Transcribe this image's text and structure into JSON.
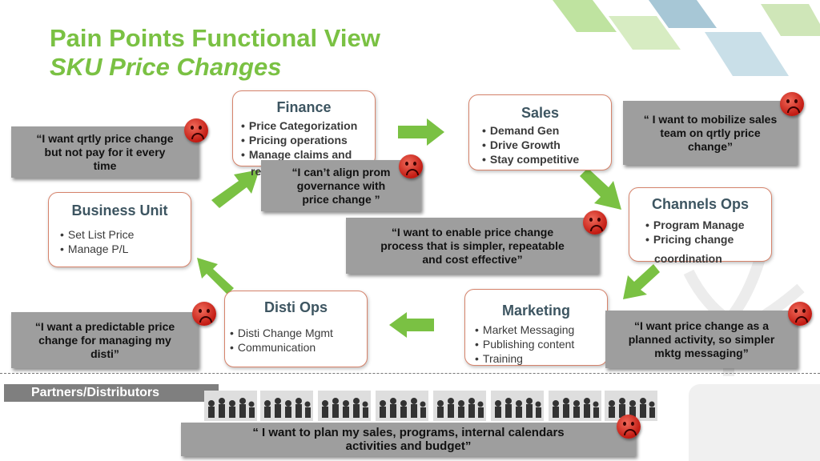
{
  "title": {
    "line1": "Pain Points Functional View",
    "line2": "SKU Price Changes"
  },
  "colors": {
    "title_green": "#7ac143",
    "box_border": "#d6836b",
    "box_title": "#3d5561",
    "quote_bg": "#9e9e9e",
    "sad_face": "#d9261c",
    "partners_bar": "#7f7f7f"
  },
  "boxes": {
    "finance": {
      "title": "Finance",
      "items": [
        "Price Categorization",
        "Pricing operations",
        "Manage claims and",
        "re"
      ]
    },
    "sales": {
      "title": "Sales",
      "items": [
        "Demand Gen",
        "Drive Growth",
        "Stay competitive"
      ]
    },
    "business_unit": {
      "title": "Business Unit",
      "items": [
        "Set List Price",
        "Manage P/L"
      ]
    },
    "channels_ops": {
      "title": "Channels Ops",
      "items": [
        "Program Manage",
        "Pricing change",
        "coordination"
      ]
    },
    "disti_ops": {
      "title": "Disti Ops",
      "items": [
        "Disti Change Mgmt",
        "Communication"
      ]
    },
    "marketing": {
      "title": "Marketing",
      "items": [
        "Market Messaging",
        "Publishing content",
        "Training"
      ]
    }
  },
  "quotes": {
    "bu": [
      "“I  want  qrtly price change",
      "but not pay for it every",
      "time"
    ],
    "finance": [
      "“I  can’t align prom",
      "governance with",
      "price change ”"
    ],
    "sales": [
      "“ I want to mobilize sales",
      "team on qrtly price",
      "change”"
    ],
    "center": [
      "“I want to enable price change",
      "process that is  simpler, repeatable",
      "and cost effective”"
    ],
    "disti": [
      "“I  want a predictable price",
      "change for managing my",
      "disti”"
    ],
    "marketing": [
      "“I want price change as a",
      "planned activity, so simpler",
      "mktg messaging”"
    ],
    "partners": [
      "“ I want to plan my sales, programs, internal calendars",
      "activities and budget”"
    ]
  },
  "icons": {
    "sad": "sad-face-icon",
    "arrow": "green-arrow-icon",
    "crowd": "crowd-silhouette-icon"
  },
  "partners_label": "Partners/Distributors"
}
